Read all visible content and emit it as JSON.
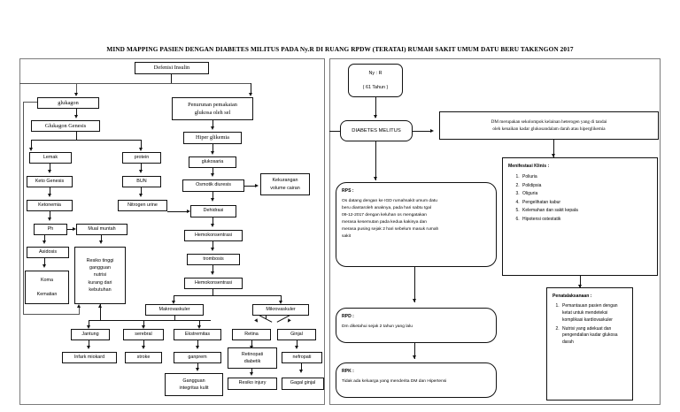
{
  "title": "MIND MAPPING PASIEN DENGAN  DIABETES MILITUS  PADA Ny.R DI RUANG RPDW (TERATAI) RUMAH SAKIT UMUM DATU BERU TAKENGON 2017",
  "pathway": {
    "defenisi_insulin": "Defenisi Insulin",
    "glukagon": "glukagon",
    "glukagon_genesis": "Glukagon Genesis",
    "lemak": "Lemak",
    "keto_genesis": "Keto Genesis",
    "ketonemia": "Ketonemia",
    "ph": "Ph",
    "asidosis": "Asidosis",
    "koma_kematian": "Koma\n\nKematian",
    "mual_muntah": "Mual muntah",
    "resiko_tinggi_nutrisi": "Resiko tinggi\ngangguan\nnutrisi\nkurang dari\nkebutuhan",
    "protein": "protein",
    "bun": "BUN",
    "nitrogen_urine": "Nitrogen urine",
    "penurunan_pemakaian": "Penurunan pemakaian\nglukosa oleh sel",
    "hiper_glikemia": "Hiper glikemia",
    "glukosaria": "glukosaria",
    "osmotik_diuresis": "Osmotik diuresis",
    "kekurangan_volume": "Kekurangan\nvolume cairan",
    "dehidrasi": "Dehidrasi",
    "hemokonsentrasi_1": "Hemokonsentrasi",
    "trombosis": "trombosis",
    "hemokonsentrasi_2": "Hemokonsentrasi",
    "makrovaskuler": "Makrovaskuler",
    "mikrovaskuler": "Mikrovaskuler",
    "jantung": "Jantung",
    "serebral": "serebral",
    "ekstremitas": "Ekstremitas",
    "retina": "Retina",
    "ginjal": "Ginjal",
    "infark_miokard": "Infark miokard",
    "stroke": "stroke",
    "ganprem": "ganprem",
    "retinopati_diabetik": "Retinopati\ndiabetik",
    "nefropati": "nefropati",
    "gangguan_integritas": "Gangguan\nintegritas kulit",
    "resiko_injury": "Resiko injury",
    "gagal_ginjal": "Gagal ginjal"
  },
  "patient": {
    "identity": "Ny : R\n\n( 61 Tahun )",
    "diagnosis": "DIABETES MELITUS"
  },
  "definition": {
    "text": "DM merupakan sekolompok kelainan heterogen yang di tandai\noleh kenaikan kadar glukosandalam darah atau hiperglikemia"
  },
  "manifestasi": {
    "title": "Menifestasi Klinis :",
    "items": [
      "Poliuria",
      "Polidipsia",
      "Oliguria",
      "Pengelihatan kabur",
      "Kelemahan dan sakit kepala",
      "Hipotensi ostestatik"
    ]
  },
  "penatalaksanaan": {
    "title": "Penatalaksanaan :",
    "items": [
      "Pemantauan pasien dengan ketat untuk mendeteksi komplikasi kardiovaskuler",
      "Nutrisi yang adekuat dan pengendalian kadar glukosa darah"
    ]
  },
  "rps": {
    "title": "RPS :",
    "text": "Os datang dengan ke IGD rumahsakit umum datu\nberu diantaroleh anaknya, pada hari sabtu tgal\n09-12-2017 dengan keluhan os mengatakan\nmerasa kesemutan pada kedua kakinya dan\nmerasa pusing sejak 2 hari sebelum masuk rumah\nsakit"
  },
  "rpd": {
    "title": "RPD :",
    "text": "Dm diketahui sejak 2 tahun yang lalu"
  },
  "rpk": {
    "title": "RPK :",
    "text": "Tidak ada keluarga yang menderita DM dan Hipertensi"
  }
}
